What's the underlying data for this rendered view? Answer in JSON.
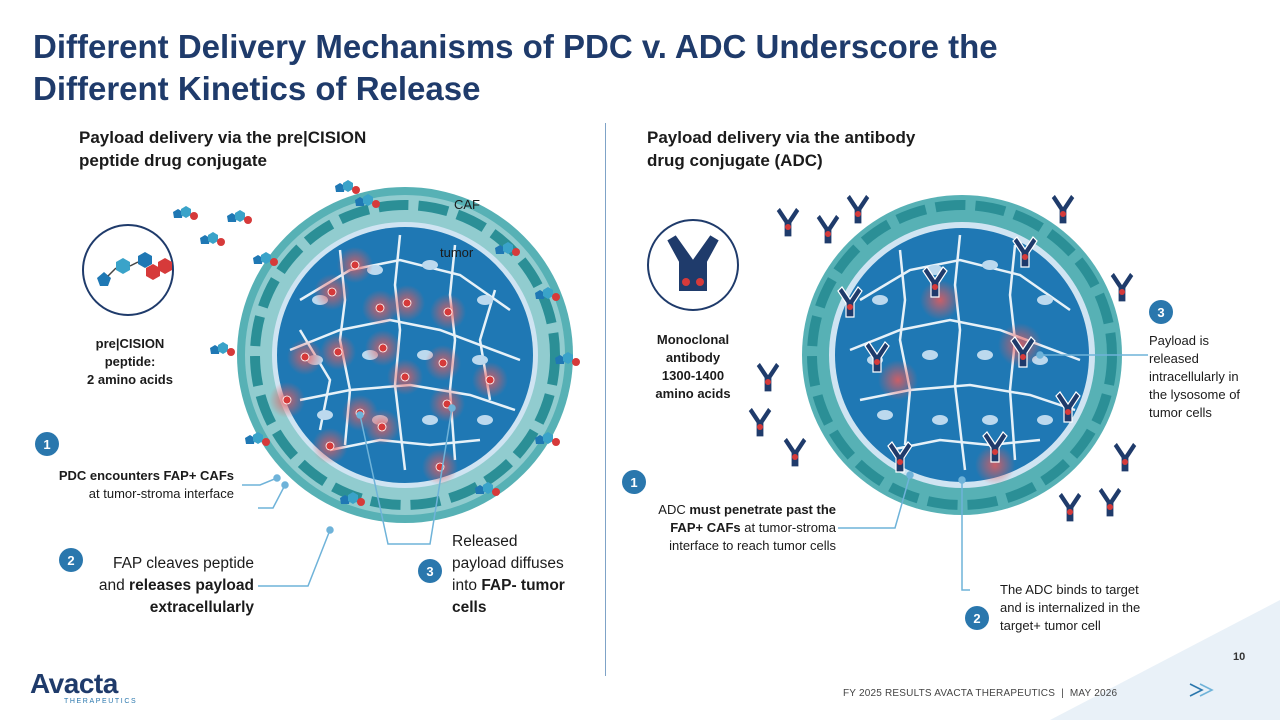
{
  "slide": {
    "title_line1": "Different Delivery Mechanisms of PDC v. ADC Underscore the",
    "title_line2": "Different Kinetics  of Release",
    "page_number": "10"
  },
  "left": {
    "heading_line1": "Payload delivery via the pre|CISION",
    "heading_line2": "peptide drug conjugate",
    "caf_label": "CAF",
    "tumor_label": "tumor",
    "peptide_name1": "pre|CISION",
    "peptide_name2": "peptide:",
    "peptide_name3": "2 amino acids",
    "step1_number": "1",
    "step1_bold": "PDC encounters FAP+ CAFs",
    "step1_text": "at tumor-stroma interface",
    "step2_number": "2",
    "step2_line1": "FAP cleaves peptide",
    "step2_line2_pre": "and ",
    "step2_line2_bold": "releases payload",
    "step2_line3_bold": "extracellularly",
    "step3_number": "3",
    "step3_line1": "Released",
    "step3_line2": "payload diffuses",
    "step3_line3_pre": "into ",
    "step3_line3_bold": "FAP- tumor",
    "step3_line4_bold": "cells"
  },
  "right": {
    "heading_line1": "Payload delivery via the antibody",
    "heading_line2": "drug conjugate (ADC)",
    "antibody_name1": "Monoclonal",
    "antibody_name2": "antibody",
    "antibody_name3": "1300-1400",
    "antibody_name4": "amino acids",
    "step1_number": "1",
    "step1_line1_pre": "ADC ",
    "step1_line1_bold": "must penetrate past the",
    "step1_line2_bold": "FAP+ CAFs",
    "step1_line2_post": " at tumor-stroma",
    "step1_line3": "interface to reach tumor cells",
    "step2_number": "2",
    "step2_line1": "The ADC binds to target",
    "step2_line2": "and is internalized in the",
    "step2_line3": "target+ tumor cell",
    "step3_number": "3",
    "step3_line1": "Payload is",
    "step3_line2": "released",
    "step3_line3": "intracellularly in",
    "step3_line4": "the lysosome of",
    "step3_line5": "tumor cells"
  },
  "footer": {
    "logo_text": "Avacta",
    "logo_sub": "THERAPEUTICS",
    "text": "FY 2025 RESULTS AVACTA THERAPEUTICS",
    "separator": "|",
    "date": "MAY 2026",
    "chevron_icon": "double-chevron-right-icon"
  },
  "colors": {
    "title": "#1f3b6b",
    "accent_blue": "#2a77ad",
    "tumor_cell": "#1f78b4",
    "caf": "#3aa3a8",
    "payload_red": "#d63a3a"
  }
}
